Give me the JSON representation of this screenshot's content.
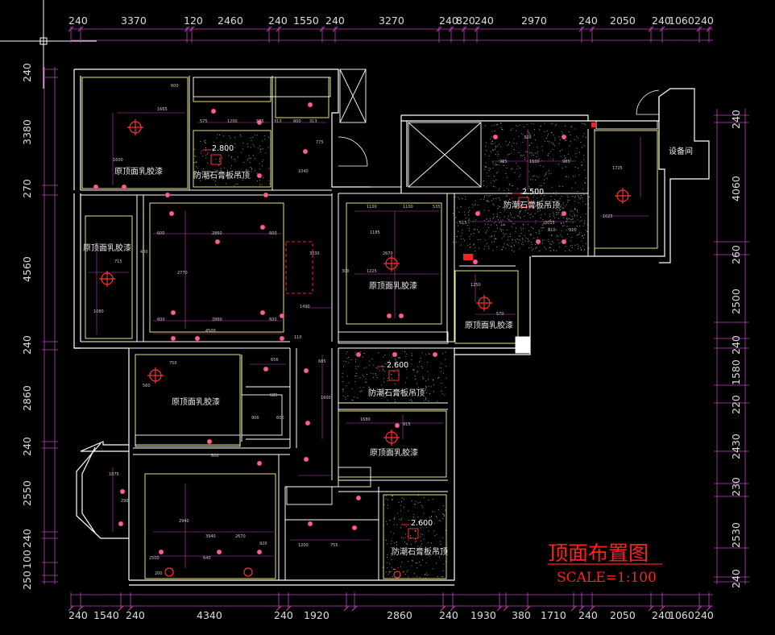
{
  "title": "顶面布置图",
  "scale": "SCALE=1:100",
  "dims_top": [
    "240",
    "3370",
    "120",
    "2460",
    "240",
    "1550",
    "240",
    "3270",
    "240",
    "820",
    "240",
    "2970",
    "240",
    "2050",
    "240",
    "1060",
    "240"
  ],
  "dims_bottom": [
    "240",
    "1540",
    "240",
    "4340",
    "240",
    "1920",
    "2860",
    "240",
    "1930",
    "380",
    "1710",
    "240",
    "2050",
    "240",
    "1060",
    "240"
  ],
  "dims_left": [
    "240",
    "3380",
    "270",
    "4560",
    "240",
    "2860",
    "240",
    "2550",
    "240",
    "100",
    "250"
  ],
  "dims_right": [
    "240",
    "4060",
    "260",
    "2500",
    "240",
    "1580",
    "220",
    "2430",
    "230",
    "2530",
    "240"
  ],
  "rooms": [
    "原顶面乳胶漆",
    "防潮石膏板吊顶",
    "原顶面乳胶漆",
    "防潮石膏板吊顶",
    "原顶面乳胶漆",
    "原顶面乳胶漆",
    "原顶面乳胶漆",
    "防潮石膏板吊顶",
    "原顶面乳胶漆",
    "防潮石膏板吊顶",
    "设备间"
  ],
  "elevations": [
    "2.800",
    "2.500",
    "2.600",
    "2.600"
  ],
  "inner_dims": [
    "600",
    "575",
    "1200",
    "575",
    "313",
    "800",
    "313",
    "775",
    "1040",
    "1665",
    "1600",
    "985",
    "1000",
    "985",
    "515",
    "2015",
    "810",
    "910",
    "320",
    "1725",
    "1025",
    "600",
    "2860",
    "600",
    "400",
    "2770",
    "1185",
    "1100",
    "1100",
    "535",
    "2670",
    "3030",
    "1225",
    "300",
    "1490",
    "600",
    "2860",
    "600",
    "4500",
    "110",
    "715",
    "1080",
    "1250",
    "570",
    "750",
    "560",
    "656",
    "685",
    "585",
    "1600",
    "906",
    "600",
    "1680",
    "915",
    "1075",
    "290",
    "2940",
    "3940",
    "2670",
    "920",
    "2500",
    "640",
    "200",
    "800",
    "1200",
    "755"
  ],
  "colors": {
    "wall": "#ffffff",
    "room_line": "#f0f080",
    "dim_line": "#c040c0",
    "fixture": "#ff3030",
    "text": "#dcdcdc",
    "title": "#ff2020",
    "grey": "#909090"
  }
}
